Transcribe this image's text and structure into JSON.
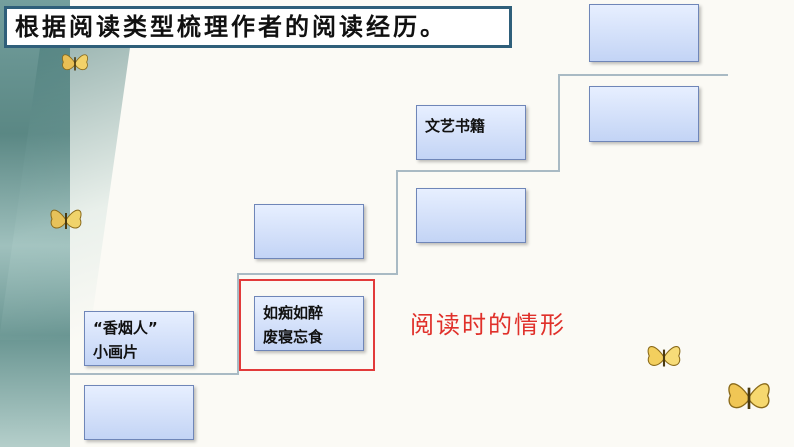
{
  "title": "根据阅读类型梳理作者的阅读经历。",
  "boxes": {
    "step1_label": "“香烟人”\n小画片",
    "step1_bottom": "",
    "step2_top": "",
    "step2_state": "如痴如醉\n废寝忘食",
    "step3_label": "文艺书籍",
    "step3_bottom": "",
    "step4_top": "",
    "step4_bottom": ""
  },
  "annotation": "阅读时的情形",
  "colors": {
    "title_border": "#2f5f7a",
    "box_fill": "#c3d4f5",
    "highlight": "#e23a3a"
  }
}
